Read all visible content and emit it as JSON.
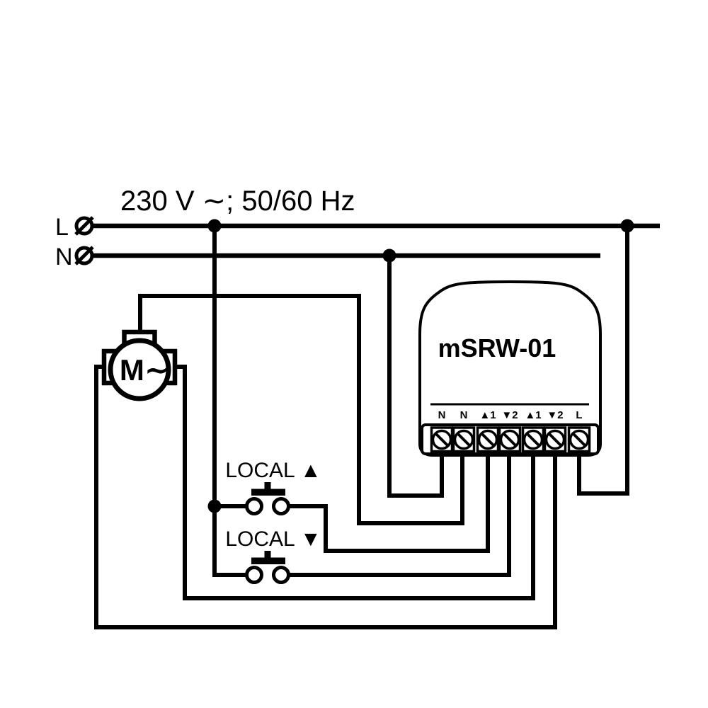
{
  "diagram": {
    "title": "230 V ∼; 50/60 Hz",
    "supply": {
      "line_label": "L",
      "neutral_label": "N"
    },
    "motor": {
      "label": "M∼"
    },
    "device": {
      "name": "mSRW-01",
      "terminals": [
        "N",
        "N",
        "▲1",
        "▼2",
        "▲1",
        "▼2",
        "L"
      ]
    },
    "buttons": {
      "up_label": "LOCAL ▲",
      "down_label": "LOCAL ▼"
    },
    "colors": {
      "foreground": "#000000",
      "background": "#ffffff"
    }
  }
}
